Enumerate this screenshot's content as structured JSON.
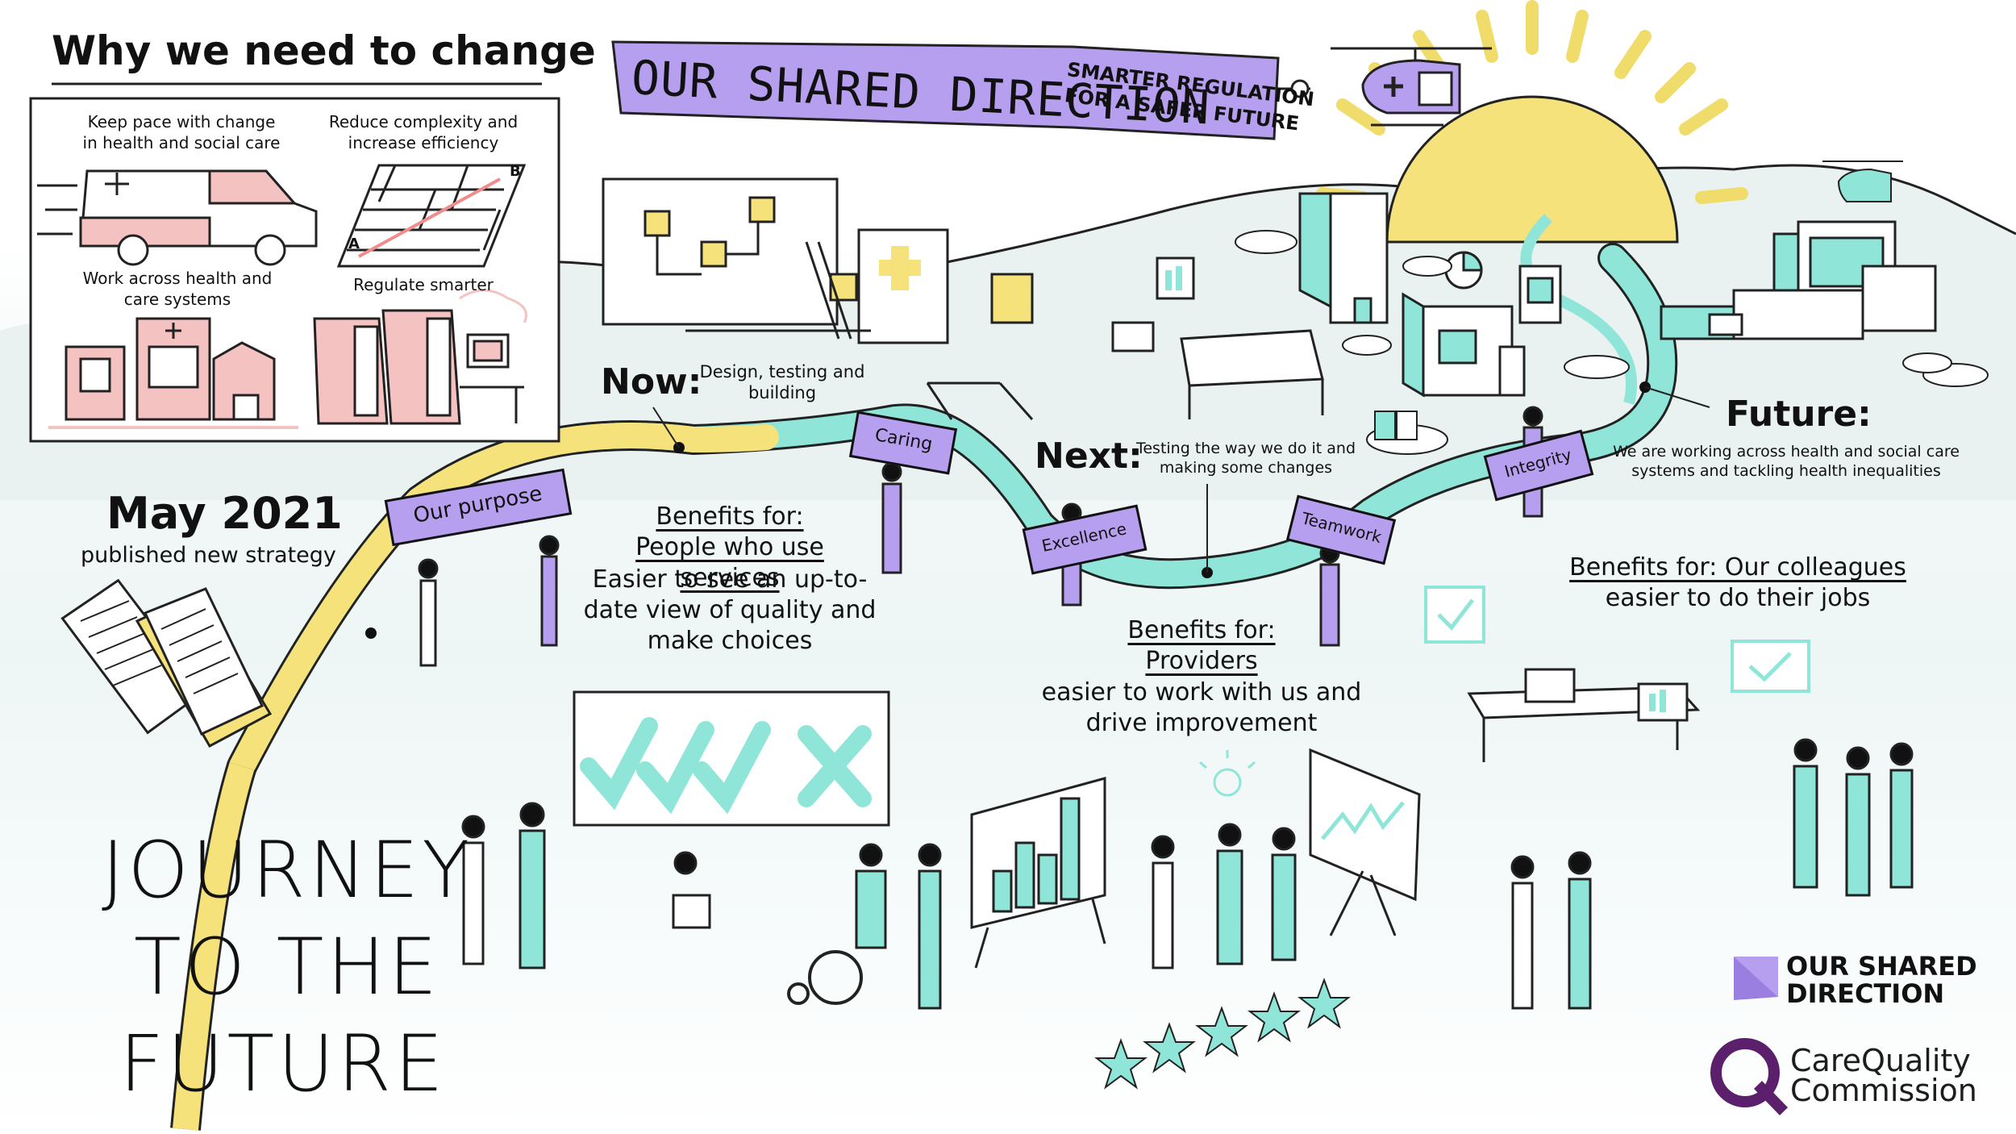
{
  "why_change": {
    "heading": "Why we need to change",
    "panels": [
      {
        "text": "Keep pace with change in health and social care"
      },
      {
        "text": "Reduce complexity and increase efficiency"
      },
      {
        "text": "Work across health and care systems"
      },
      {
        "text": "Regulate smarter"
      }
    ],
    "maze_labels": [
      "A",
      "B"
    ]
  },
  "banner": {
    "main": "OUR SHARED DIRECTION",
    "line1": "SMARTER REGULATION",
    "line2": "FOR A SAFER FUTURE"
  },
  "timeline": {
    "start": {
      "title": "May 2021",
      "subtitle": "published new strategy"
    },
    "now": {
      "label": "Now:",
      "text": "Design, testing and building"
    },
    "next": {
      "label": "Next:",
      "text": "Testing the way we do it and making some changes"
    },
    "future": {
      "label": "Future:",
      "text": "We are working across health and social care systems and tackling health inequalities"
    },
    "signs": [
      "Our purpose",
      "Caring",
      "Excellence",
      "Teamwork",
      "Integrity"
    ]
  },
  "benefits": {
    "people": {
      "heading": "Benefits for:",
      "who": "People who use services",
      "text": "Easier to see an up-to-date view of quality and make choices"
    },
    "providers": {
      "heading": "Benefits for:",
      "who": "Providers",
      "text": "easier to work with us and drive improvement"
    },
    "colleagues": {
      "heading": "Benefits for: Our colleagues",
      "text": "easier to do their jobs"
    }
  },
  "journey": {
    "line1": "JOURNEY",
    "line2": "TO THE",
    "line3": "FUTURE"
  },
  "branding": {
    "osd_line1": "OUR SHARED",
    "osd_line2": "DIRECTION",
    "cqc_line1": "CareQuality",
    "cqc_line2": "Commission"
  },
  "colors": {
    "purple": "#b79ff0",
    "teal": "#8fe6d8",
    "yellow": "#f5e27a",
    "pink": "#f5c2c2",
    "cqc_purple": "#5b1f6b"
  },
  "icons": [
    "ambulance-icon",
    "maze-icon",
    "buildings-icon",
    "servers-icon",
    "helicopter-icon",
    "sun-icon",
    "documents-icon",
    "checkmarks-board-icon",
    "bar-chart-board-icon",
    "trend-board-icon",
    "lightbulb-icon",
    "stars-icon",
    "checkbox-icon",
    "desk-icon"
  ]
}
